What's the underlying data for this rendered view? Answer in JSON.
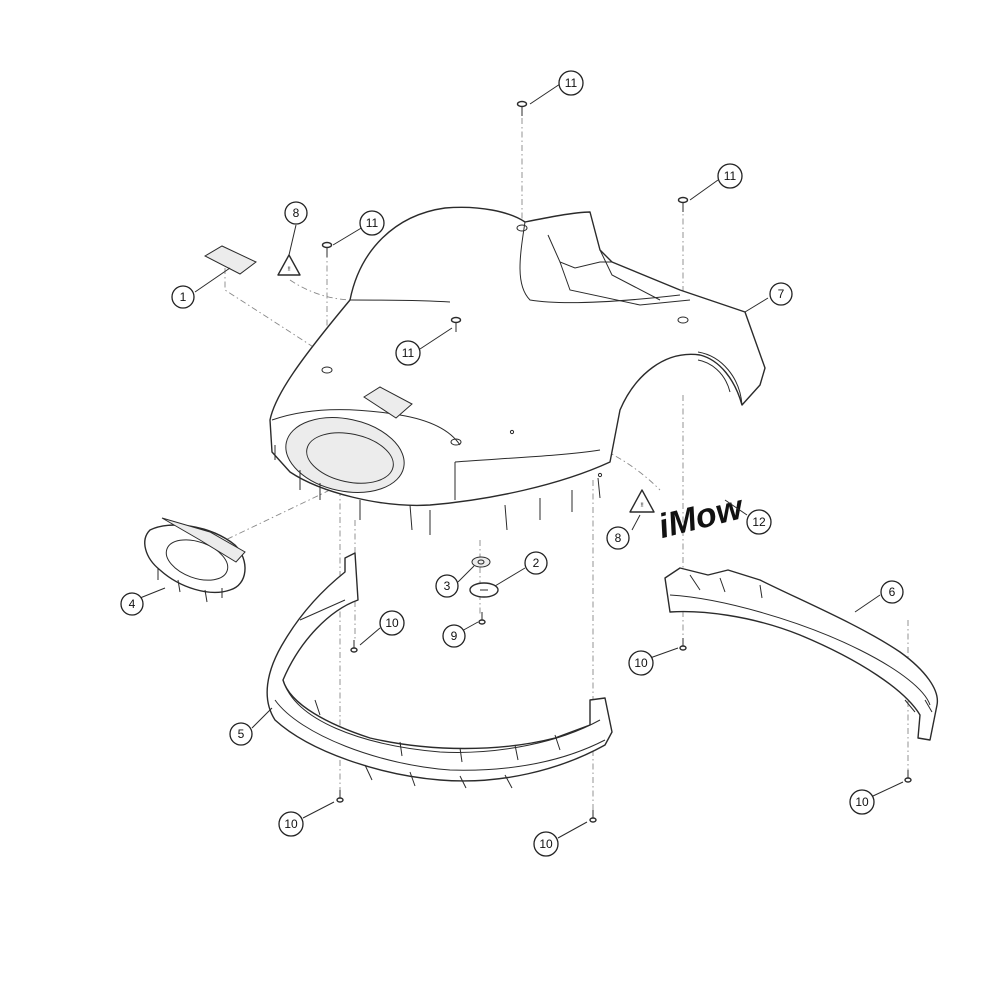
{
  "brand": {
    "logo_text": "iMow"
  },
  "callouts": [
    {
      "id": "c1",
      "label": "1"
    },
    {
      "id": "c2",
      "label": "2"
    },
    {
      "id": "c3",
      "label": "3"
    },
    {
      "id": "c4",
      "label": "4"
    },
    {
      "id": "c5",
      "label": "5"
    },
    {
      "id": "c6",
      "label": "6"
    },
    {
      "id": "c7",
      "label": "7"
    },
    {
      "id": "c8a",
      "label": "8"
    },
    {
      "id": "c8b",
      "label": "8"
    },
    {
      "id": "c9",
      "label": "9"
    },
    {
      "id": "c10a",
      "label": "10"
    },
    {
      "id": "c10b",
      "label": "10"
    },
    {
      "id": "c10c",
      "label": "10"
    },
    {
      "id": "c10d",
      "label": "10"
    },
    {
      "id": "c10e",
      "label": "10"
    },
    {
      "id": "c11a",
      "label": "11"
    },
    {
      "id": "c11b",
      "label": "11"
    },
    {
      "id": "c11c",
      "label": "11"
    },
    {
      "id": "c11d",
      "label": "11"
    },
    {
      "id": "c12",
      "label": "12"
    }
  ]
}
